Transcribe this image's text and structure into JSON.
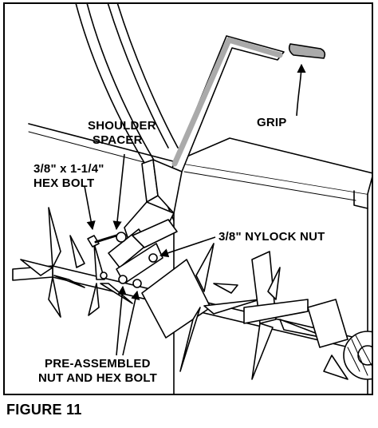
{
  "callouts": {
    "grip": "GRIP",
    "shoulder_spacer": [
      "SHOULDER",
      "SPACER"
    ],
    "hex_bolt": [
      "3/8\" x 1-1/4\"",
      "HEX BOLT"
    ],
    "nylock_nut": "3/8\" NYLOCK NUT",
    "pre_assembled": [
      "PRE-ASSEMBLED",
      "NUT AND HEX BOLT"
    ]
  },
  "figure_caption": "FIGURE 11",
  "colors": {
    "line": "#000000",
    "fill": "#ffffff",
    "grip": "#aaaaaa"
  }
}
